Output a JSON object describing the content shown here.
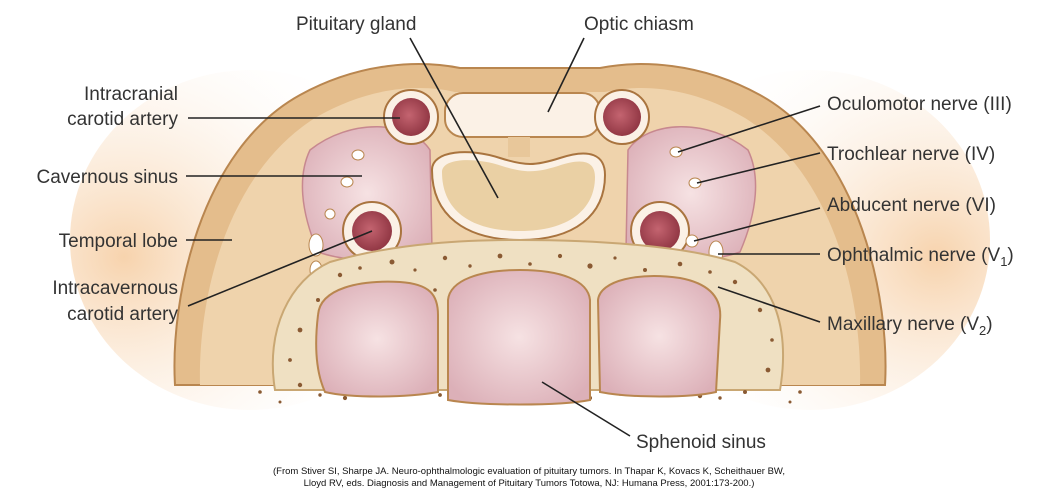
{
  "labels": {
    "pituitary_gland": "Pituitary gland",
    "optic_chiasm": "Optic chiasm",
    "intracranial_carotid_line1": "Intracranial",
    "intracranial_carotid_line2": "carotid artery",
    "cavernous_sinus": "Cavernous sinus",
    "temporal_lobe": "Temporal lobe",
    "intracavernous_carotid_line1": "Intracavernous",
    "intracavernous_carotid_line2": "carotid artery",
    "oculomotor_nerve": "Oculomotor nerve (III)",
    "trochlear_nerve": "Trochlear nerve (IV)",
    "abducent_nerve": "Abducent nerve (VI)",
    "ophthalmic_nerve": "Ophthalmic nerve (V",
    "ophthalmic_sub": "1",
    "maxillary_nerve": "Maxillary nerve (V",
    "maxillary_sub": "2",
    "close_paren": ")",
    "sphenoid_sinus": "Sphenoid sinus"
  },
  "credit": {
    "line1": "(From Stiver SI, Sharpe JA. Neuro-ophthalmologic evaluation of pituitary tumors. In Thapar K, Kovacs K, Scheithauer BW,",
    "line2": "Lloyd RV, eds. Diagnosis and Management of Pituitary Tumors Totowa, NJ: Humana Press, 2001:173-200.)"
  },
  "colors": {
    "bone": "#e8c79a",
    "bone_dark": "#c9935a",
    "sinus_pink": "#eacbd0",
    "vessel": "#a84a55",
    "pale_fill": "#fbf1e6",
    "skin_glow": "#fbe1c4"
  }
}
